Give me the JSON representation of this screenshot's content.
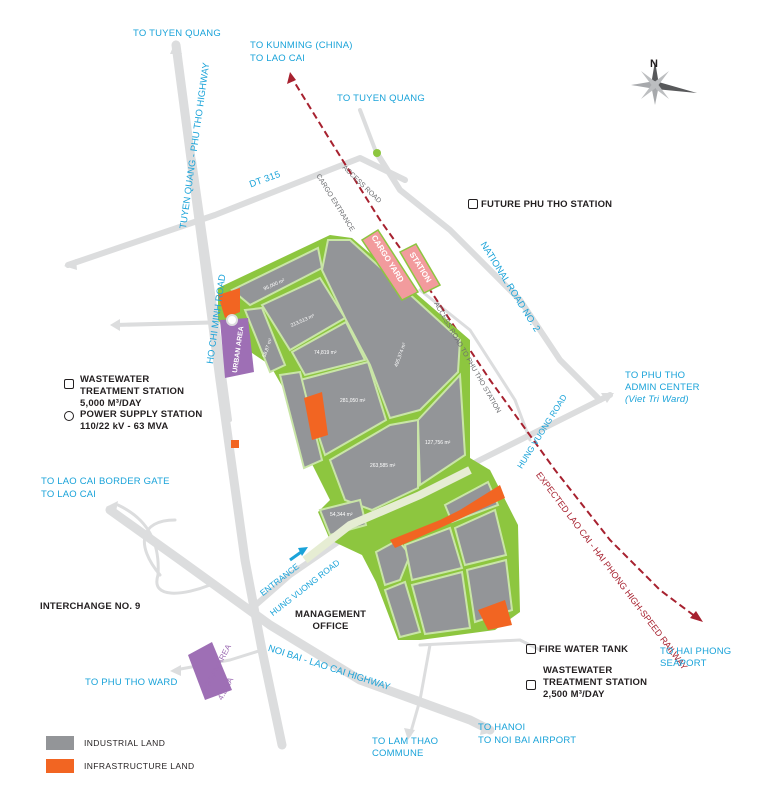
{
  "labels": {
    "to_tuyen_quang_top": "TO TUYEN QUANG",
    "to_kunming": "TO KUNMING (CHINA)",
    "to_lao_cai_top": "TO LAO CAI",
    "to_tuyen_quang_mid": "TO TUYEN QUANG",
    "highway_tq": "TUYEN QUANG - PHU THO  HIGHWAY",
    "ho_chi_minh_road": "HO CHI MINH ROAD",
    "dt315": "DT 315",
    "cargo_entrance": "CARGO ENTRANCE",
    "access_road": "ACCESS ROAD",
    "future_station": "FUTURE PHU THO STATION",
    "national_road": "NATIONAL ROAD NO. 2",
    "cargo_yard": "CARGO YARD",
    "station": "STATION",
    "access_road_phu_tho": "ACCESS ROAD TO PHU THO STATION",
    "to_phu_tho_admin_1": "TO PHU THO",
    "to_phu_tho_admin_2": "ADMIN CENTER",
    "viet_tri_ward": "(Viet Tri Ward)",
    "hung_vuong_road_r": "HUNG VUONG ROAD",
    "hung_vuong_road_l": "HUNG VUONG ROAD",
    "expected_railway": "EXPECTED LAO CAI - HAI PHONG HIGH-SPEED RAILWAY",
    "wastewater_1_l1": "WASTEWATER",
    "wastewater_1_l2": "TREATMENT STATION",
    "wastewater_1_l3": "5,000 M³/DAY",
    "power_l1": "POWER SUPPLY STATION",
    "power_l2": "110/22 kV - 63 MVA",
    "to_lao_cai_border": "TO LAO CAI BORDER GATE",
    "to_lao_cai_mid": "TO LAO CAI",
    "urban_area": "URBAN AREA",
    "entrance": "ENTRANCE",
    "interchange": "INTERCHANGE NO. 9",
    "management_1": "MANAGEMENT",
    "management_2": "OFFICE",
    "fire_water": "FIRE WATER TANK",
    "wastewater_2_l1": "WASTEWATER",
    "wastewater_2_l2": "TREATMENT STATION",
    "wastewater_2_l3": "2,500 M³/DAY",
    "to_hai_phong_1": "TO HAI PHONG",
    "to_hai_phong_2": "SEAPORT",
    "noi_bai_highway": "NOI BAI - LAO CAI  HIGHWAY",
    "to_phu_tho_ward": "TO PHU THO WARD",
    "urban_area_small_1": "URBAN AREA",
    "urban_area_small_2": "4.3 HA",
    "to_lam_thao_1": "TO LAM THAO",
    "to_lam_thao_2": "COMMUNE",
    "to_hanoi_1": "TO HANOI",
    "to_hanoi_2": "TO NOI BAI AIRPORT",
    "north": "N"
  },
  "areas": {
    "a1": "95,000 m²",
    "a2": "213,513 m²",
    "a3": "58,87 m²",
    "a4": "74,819 m²",
    "a5": "495,374 m²",
    "a6": "281,050 m²",
    "a7": "263,585 m²",
    "a8": "127,756 m²",
    "a9": "54,344 m²"
  },
  "legend": {
    "industrial": "INDUSTRIAL LAND",
    "infrastructure": "INFRASTRUCTURE LAND"
  },
  "colors": {
    "industrial": "#939598",
    "infrastructure": "#f26522",
    "greenbelt": "#8dc63f",
    "urban": "#9e6fb5",
    "road": "#d9dadb",
    "railway": "#a7212f",
    "station": "#f29b9d",
    "accent_blue": "#1aa3d9"
  }
}
